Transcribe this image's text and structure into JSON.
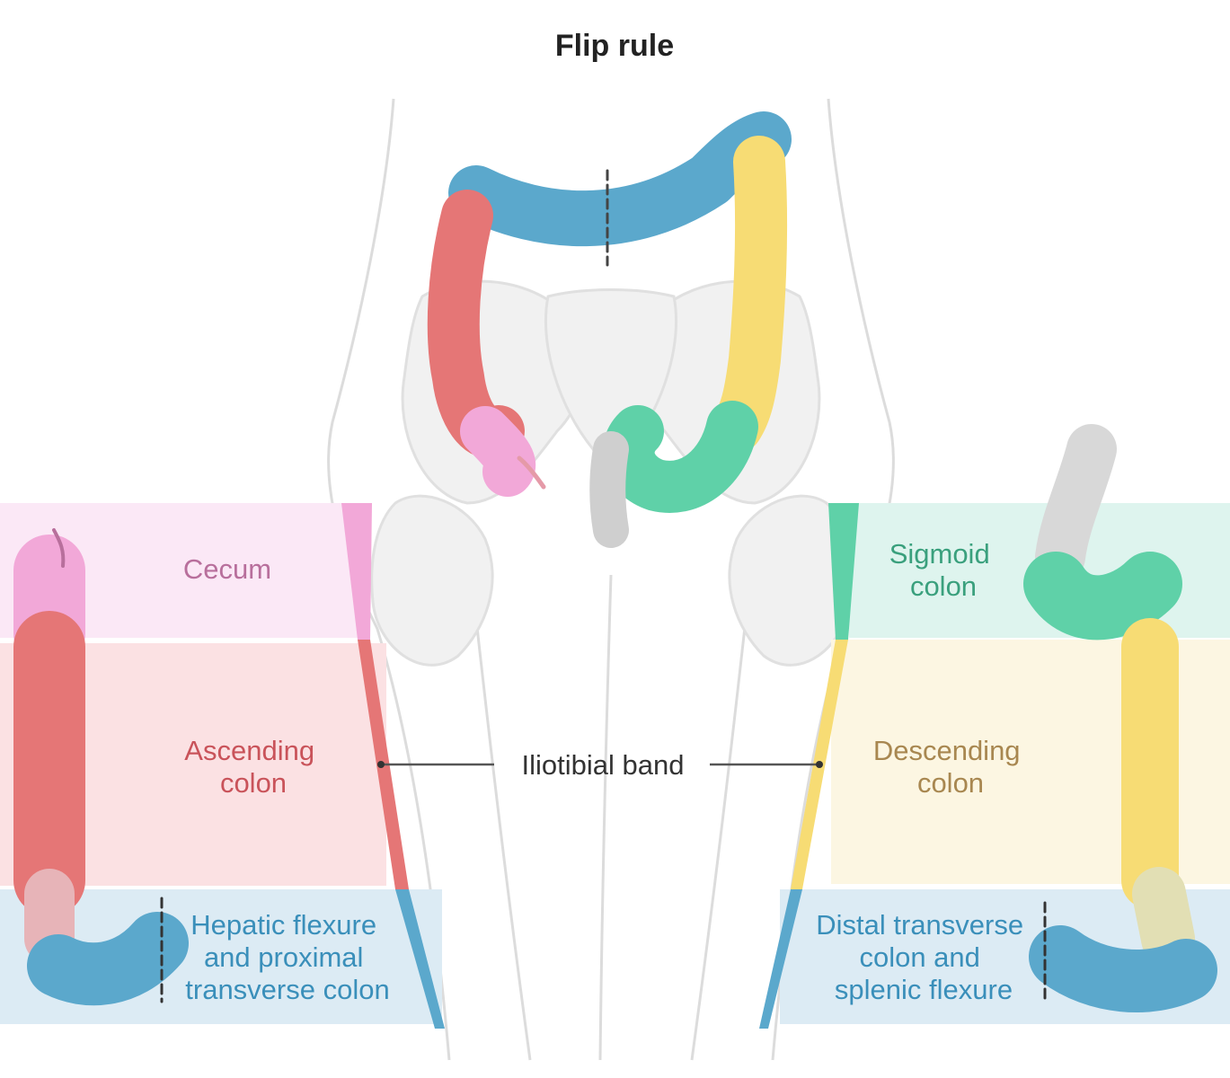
{
  "title": "Flip rule",
  "center_label": "Iliotibial band",
  "colors": {
    "cecum": "#f2a8d8",
    "ascending": "#e57676",
    "transverse": "#5ba8cc",
    "descending": "#f7dc74",
    "sigmoid": "#5fd1a8",
    "rectum": "#cfcfcf",
    "body_outline": "#dcdcdc",
    "band_pink": "#fbe8f6",
    "band_red": "#fbe1e3",
    "band_blue": "#dcebf4",
    "band_green": "#def4ee",
    "band_yellow": "#fcf6e2",
    "text_cecum": "#b86f9c",
    "text_ascending": "#c9535a",
    "text_hepatic": "#3a8fba",
    "text_sigmoid": "#3aa07d",
    "text_descending": "#a88750",
    "text_distal": "#3a8fba"
  },
  "left_segments": {
    "cecum": [
      "Cecum"
    ],
    "ascending": [
      "Ascending",
      "colon"
    ],
    "hepatic": [
      "Hepatic flexure",
      "and proximal",
      "transverse colon"
    ]
  },
  "right_segments": {
    "sigmoid": [
      "Sigmoid",
      "colon"
    ],
    "descending": [
      "Descending",
      "colon"
    ],
    "distal": [
      "Distal transverse",
      "colon and",
      "splenic flexure"
    ]
  }
}
